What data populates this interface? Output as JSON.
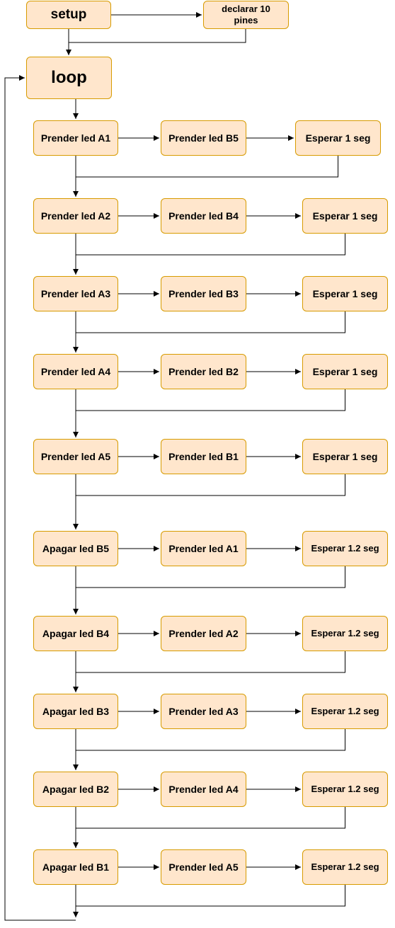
{
  "flowchart": {
    "setup": "setup",
    "declarar": "declarar 10 pines",
    "loop": "loop",
    "rows": [
      {
        "a": "Prender led A1",
        "b": "Prender led  B5",
        "c": "Esperar 1 seg"
      },
      {
        "a": "Prender led A2",
        "b": "Prender led B4",
        "c": "Esperar 1 seg"
      },
      {
        "a": "Prender led A3",
        "b": "Prender led B3",
        "c": "Esperar 1 seg"
      },
      {
        "a": "Prender led A4",
        "b": "Prender led B2",
        "c": "Esperar 1 seg"
      },
      {
        "a": "Prender led A5",
        "b": "Prender led B1",
        "c": "Esperar 1 seg"
      },
      {
        "a": "Apagar led  B5",
        "b": "Prender led A1",
        "c": "Esperar 1.2 seg"
      },
      {
        "a": "Apagar led  B4",
        "b": "Prender led A2",
        "c": "Esperar 1.2 seg"
      },
      {
        "a": "Apagar led  B3",
        "b": "Prender led A3",
        "c": "Esperar 1.2 seg"
      },
      {
        "a": "Apagar led  B2",
        "b": "Prender led A4",
        "c": "Esperar 1.2 seg"
      },
      {
        "a": "Apagar led  B1",
        "b": "Prender led A5",
        "c": "Esperar 1.2 seg"
      }
    ]
  },
  "colors": {
    "node_fill": "#ffe6cc",
    "node_border": "#d79b00",
    "edge": "#000000"
  }
}
